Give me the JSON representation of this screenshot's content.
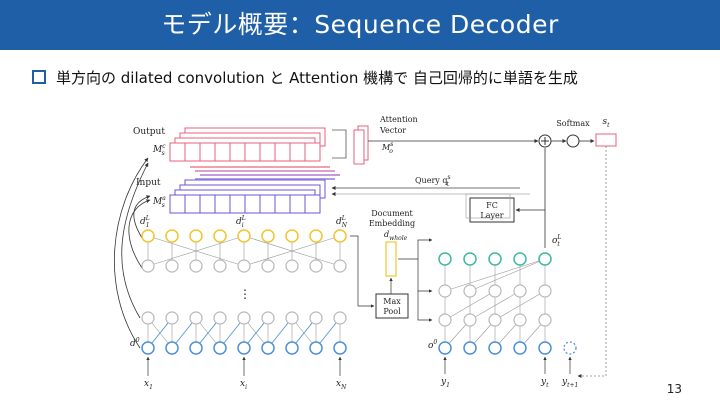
{
  "header": {
    "title": "モデル概要：Sequence Decoder",
    "background": "#1f5fa8"
  },
  "bullet": {
    "text": "単方向の dilated convolution と Attention 機構で 自己回帰的に単語を生成"
  },
  "figure": {
    "output_label": "Output",
    "input_label": "Input",
    "mc_label": "M",
    "mc_sub": "s",
    "mc_sup": "c",
    "ma_label": "M",
    "ma_sub": "s",
    "ma_sup": "a",
    "attention_vector_label": "Attention\nVector",
    "mo_label": "M",
    "mo_sub": "o",
    "mo_sup": "s",
    "query_label": "Query q",
    "query_sub": "t",
    "query_sup": "s",
    "fc_label_1": "FC",
    "fc_label_2": "Layer",
    "softmax_label": "Softmax",
    "st_label": "s",
    "st_sub": "t",
    "doc_emb_1": "Document",
    "doc_emb_2": "Embedding",
    "doc_emb_3": "d",
    "doc_emb_sub": "whole",
    "maxpool_1": "Max",
    "maxpool_2": "Pool",
    "d1_label": "d",
    "di_label": "d",
    "dn_label": "d",
    "d0_label": "d",
    "o0_label": "o",
    "ot_label": "o",
    "ellipsis": "⋮",
    "x1": "x",
    "xi": "x",
    "xn": "x",
    "y1": "y",
    "yt": "y",
    "yt1": "y",
    "sub_1": "1",
    "sub_i": "i",
    "sub_n": "N",
    "sub_t": "t",
    "sub_t1": "t+1",
    "sup_l": "L",
    "sup_0": "0",
    "colors": {
      "output": "#e8607a",
      "input": "#6a55d8",
      "yellow": "#f2c530",
      "blue": "#4a90d9",
      "teal": "#3fb8a0",
      "gray": "#b8b8b8"
    }
  },
  "page": {
    "number": "13"
  }
}
